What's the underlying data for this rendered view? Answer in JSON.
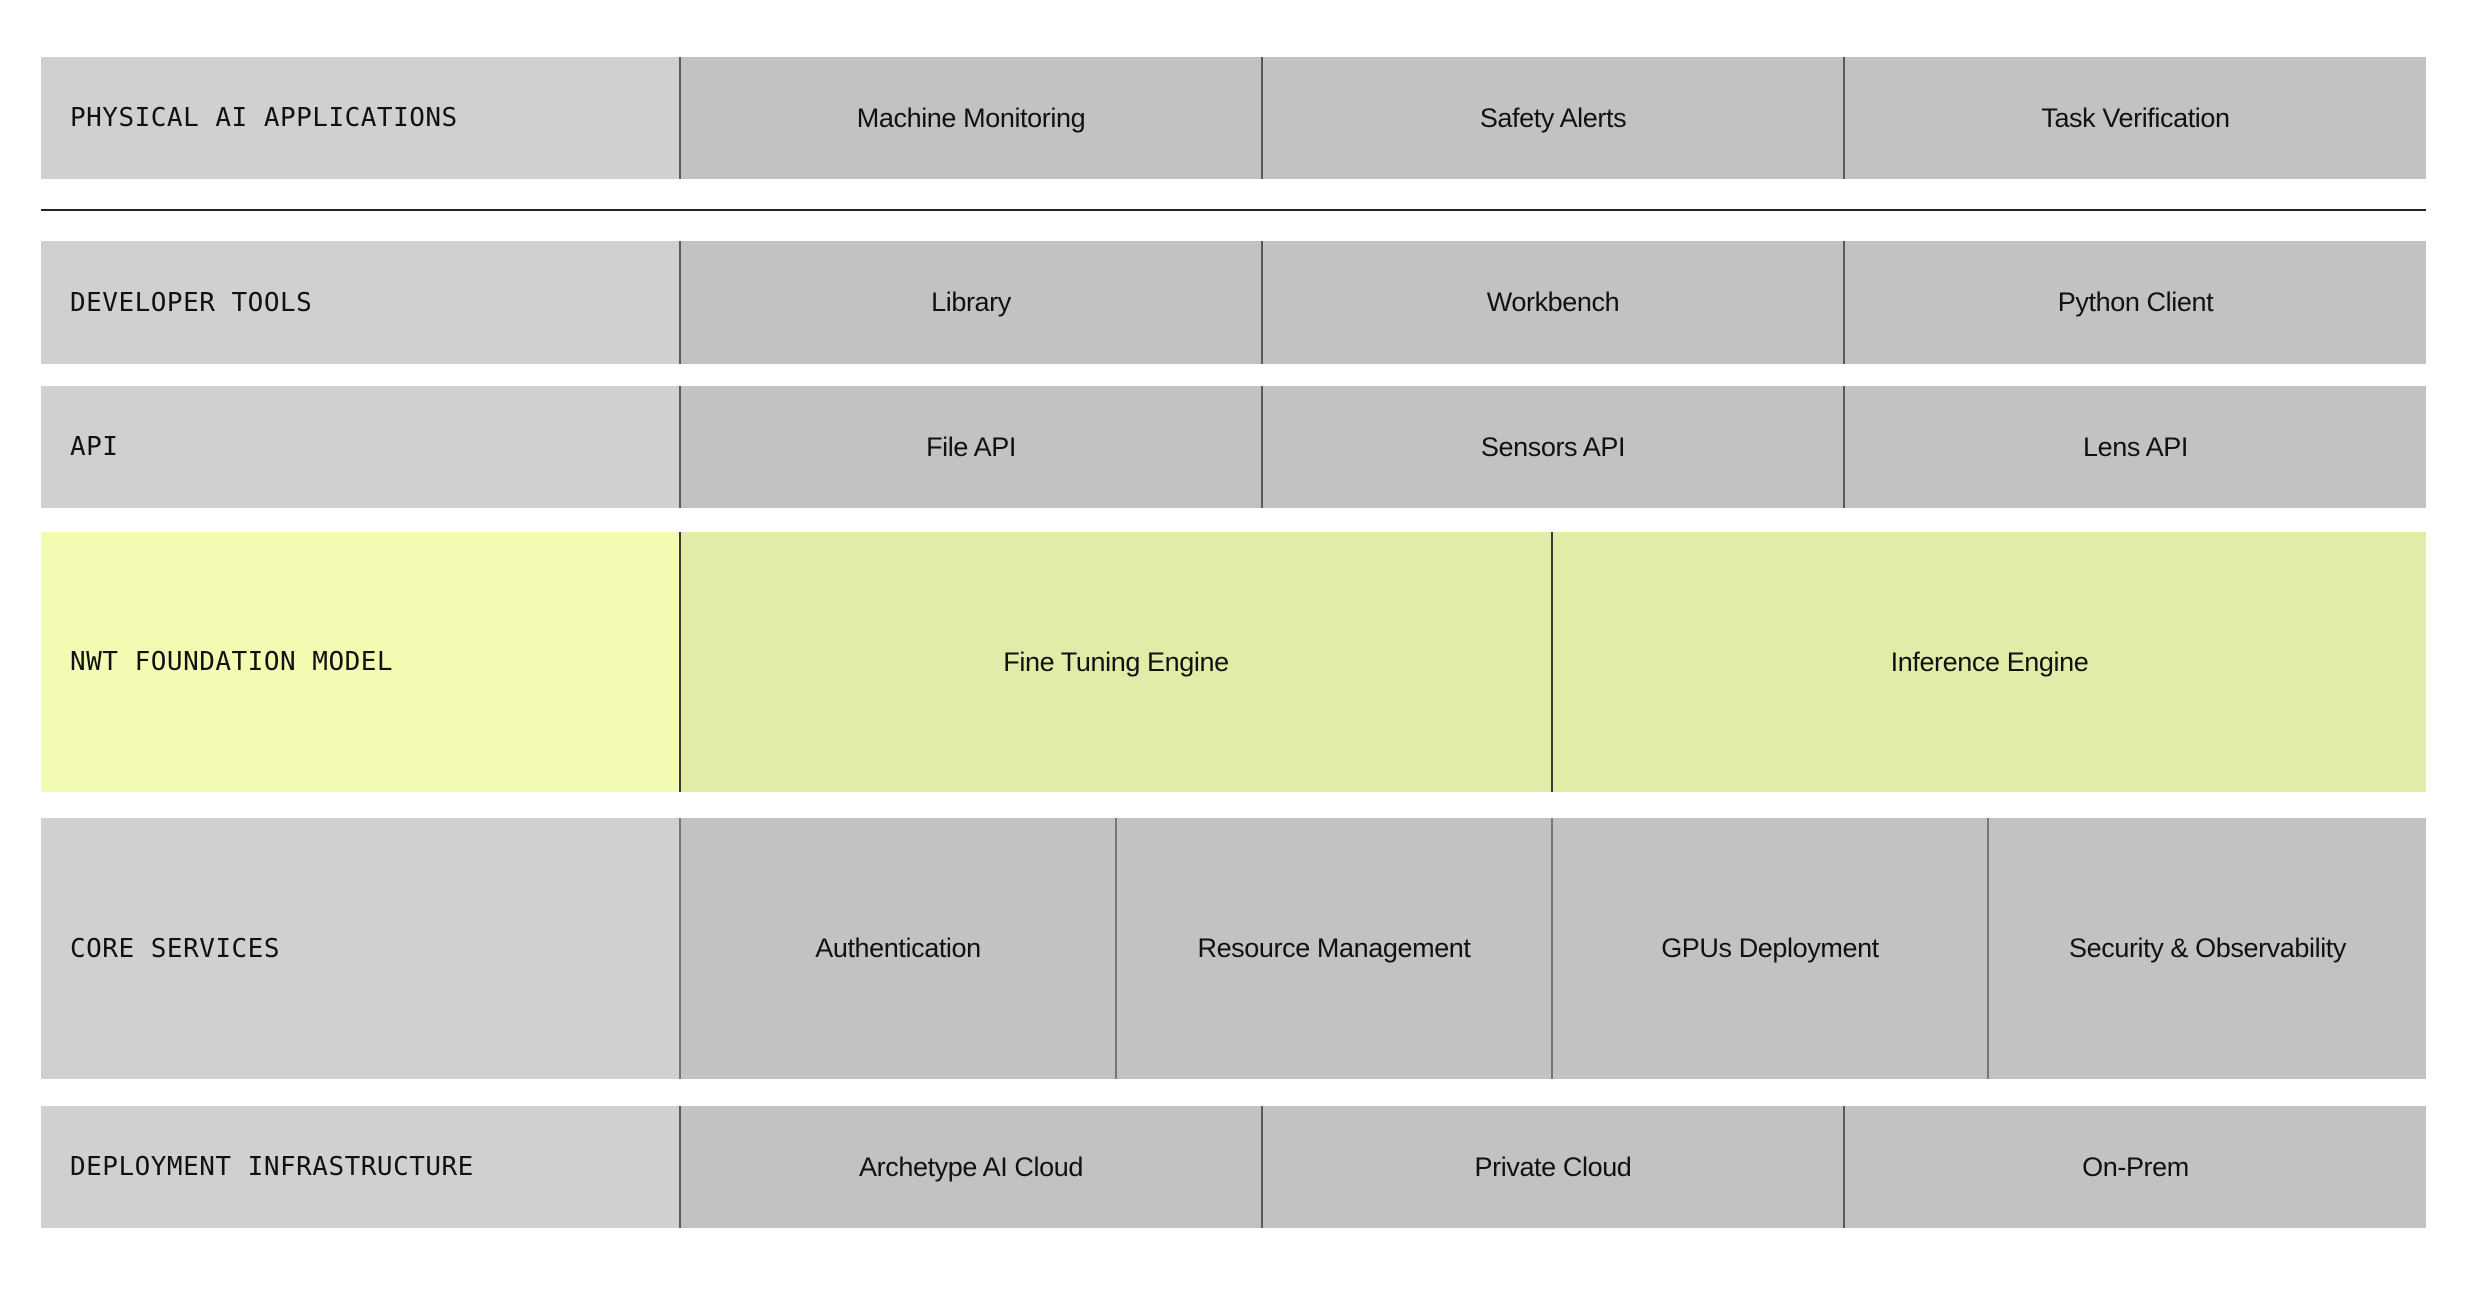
{
  "layers": [
    {
      "label": "PHYSICAL AI APPLICATIONS",
      "items": [
        "Machine Monitoring",
        "Safety Alerts",
        "Task Verification"
      ]
    },
    {
      "label": "DEVELOPER TOOLS",
      "items": [
        "Library",
        "Workbench",
        "Python Client"
      ]
    },
    {
      "label": "API",
      "items": [
        "File API",
        "Sensors API",
        "Lens API"
      ]
    },
    {
      "label": "NWT FOUNDATION MODEL",
      "items": [
        "Fine Tuning Engine",
        "Inference Engine"
      ],
      "highlight_color": "#f3fbb2",
      "highlight_cell_color": "#e2eba8"
    },
    {
      "label": "CORE SERVICES",
      "items": [
        "Authentication",
        "Resource Management",
        "GPUs Deployment",
        "Security & Observability"
      ]
    },
    {
      "label": "DEPLOYMENT INFRASTRUCTURE",
      "items": [
        "Archetype AI Cloud",
        "Private Cloud",
        "On-Prem"
      ]
    }
  ],
  "colors": {
    "label_bg": "#d0d0d0",
    "cell_bg": "#c2c2c2",
    "divider": "#222222"
  }
}
